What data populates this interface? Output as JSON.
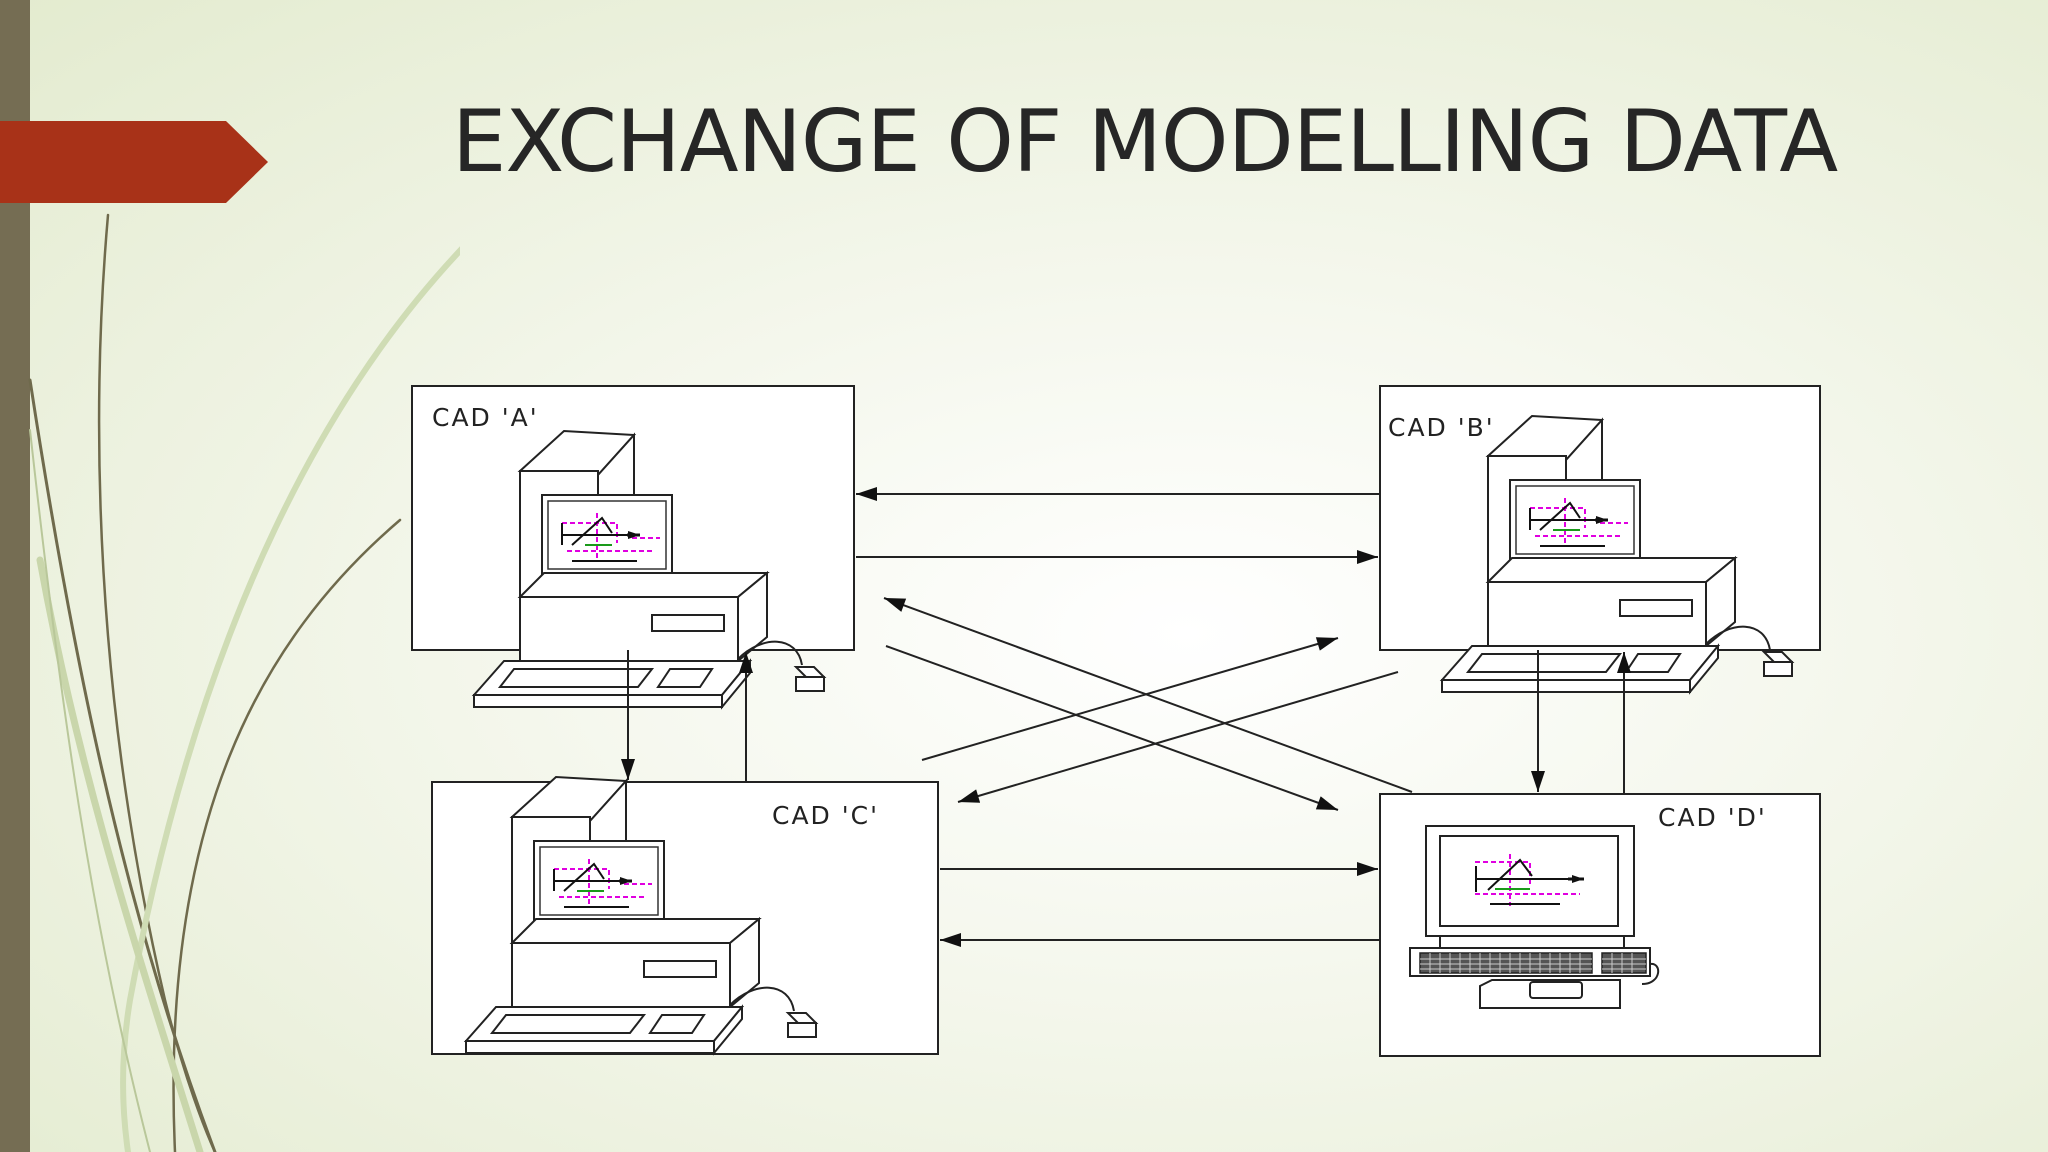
{
  "slide": {
    "title": "EXCHANGE OF MODELLING DATA",
    "accent_color": "#a83218",
    "sidebar_color": "#756d53"
  },
  "diagram": {
    "nodes": [
      {
        "id": "A",
        "label": "CAD  'A'",
        "icon": "desktop-computer-icon"
      },
      {
        "id": "B",
        "label": "CAD  'B'",
        "icon": "desktop-computer-icon"
      },
      {
        "id": "C",
        "label": "CAD  'C'",
        "icon": "desktop-computer-icon"
      },
      {
        "id": "D",
        "label": "CAD  'D'",
        "icon": "monitor-workstation-icon"
      }
    ],
    "edges": [
      {
        "from": "B",
        "to": "A"
      },
      {
        "from": "A",
        "to": "B"
      },
      {
        "from": "A",
        "to": "C"
      },
      {
        "from": "C",
        "to": "A"
      },
      {
        "from": "B",
        "to": "D"
      },
      {
        "from": "D",
        "to": "B"
      },
      {
        "from": "C",
        "to": "D"
      },
      {
        "from": "D",
        "to": "C"
      },
      {
        "from": "A",
        "to": "D"
      },
      {
        "from": "D",
        "to": "A"
      },
      {
        "from": "C",
        "to": "B"
      },
      {
        "from": "B",
        "to": "C"
      }
    ]
  }
}
